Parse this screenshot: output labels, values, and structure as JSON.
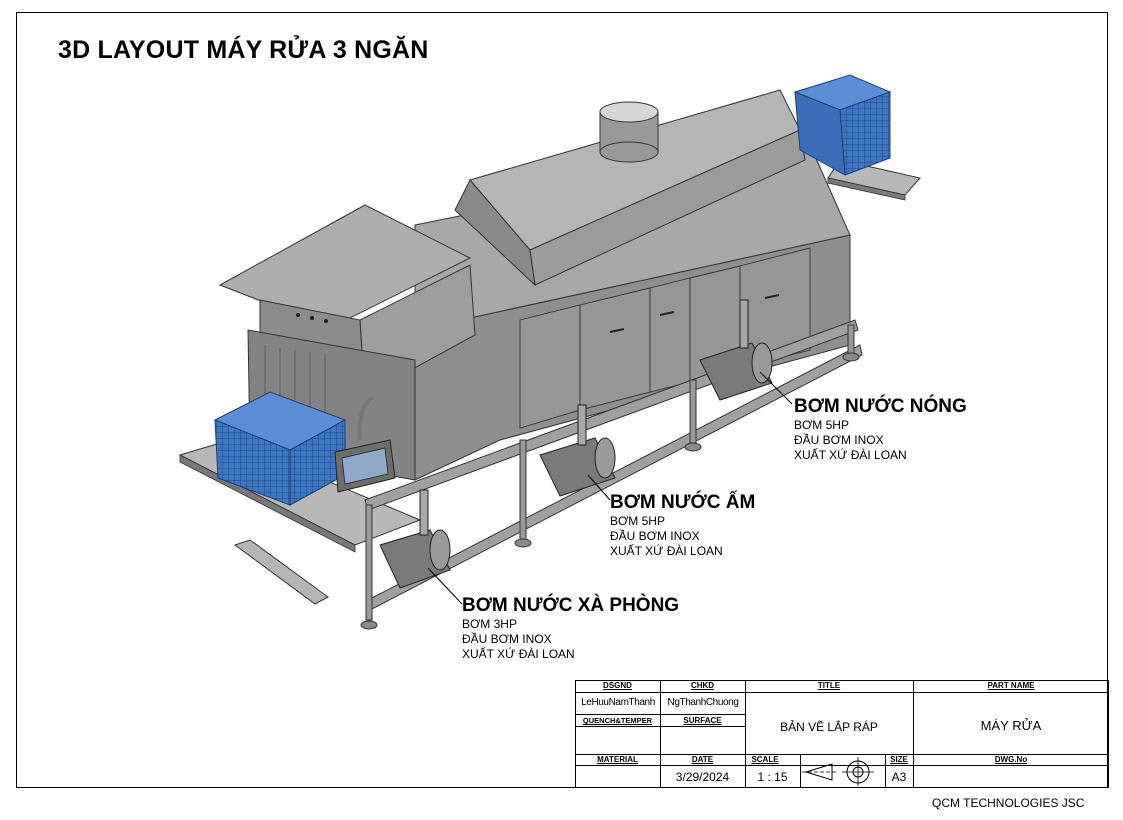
{
  "drawing": {
    "title": "3D LAYOUT MÁY RỬA 3 NGĂN"
  },
  "callouts": [
    {
      "id": "hot",
      "heading": "BƠM NƯỚC NÓNG",
      "specs": [
        "BƠM 5HP",
        "ĐẦU BƠM INOX",
        "XUẤT XỨ ĐÀI LOAN"
      ]
    },
    {
      "id": "warm",
      "heading": "BƠM NƯỚC ẤM",
      "specs": [
        "BƠM 5HP",
        "ĐẦU BƠM INOX",
        "XUẤT XỨ ĐÀI LOAN"
      ]
    },
    {
      "id": "soap",
      "heading": "BƠM NƯỚC XÀ PHÒNG",
      "specs": [
        "BƠM 3HP",
        "ĐẦU BƠM INOX",
        "XUẤT XỨ ĐÀI LOAN"
      ]
    }
  ],
  "title_block": {
    "dsgnd_label": "DSGND",
    "dsgnd_value": "LeHuuNamThanh",
    "chkd_label": "CHKD",
    "chkd_value": "NgThanhChuong",
    "quench_label": "QUENCH&TEMPER",
    "surface_label": "SURFACE",
    "title_label": "TITLE",
    "title_value": "BẢN VẼ LẮP RÁP",
    "part_name_label": "PART NAME",
    "part_name_value": "MÁY RỬA",
    "material_label": "MATERIAL",
    "date_label": "DATE",
    "date_value": "3/29/2024",
    "scale_label": "SCALE",
    "scale_value": "1 : 15",
    "size_label": "SIZE",
    "size_value": "A3",
    "dwg_label": "DWG.No"
  },
  "company": "QCM TECHNOLOGIES JSC",
  "colors": {
    "steel": "#9a9a9a",
    "steel_dark": "#6f6f6f",
    "steel_light": "#c4c4c4",
    "blue_unit": "#3d77c2",
    "pump": "#7d7d7d"
  }
}
